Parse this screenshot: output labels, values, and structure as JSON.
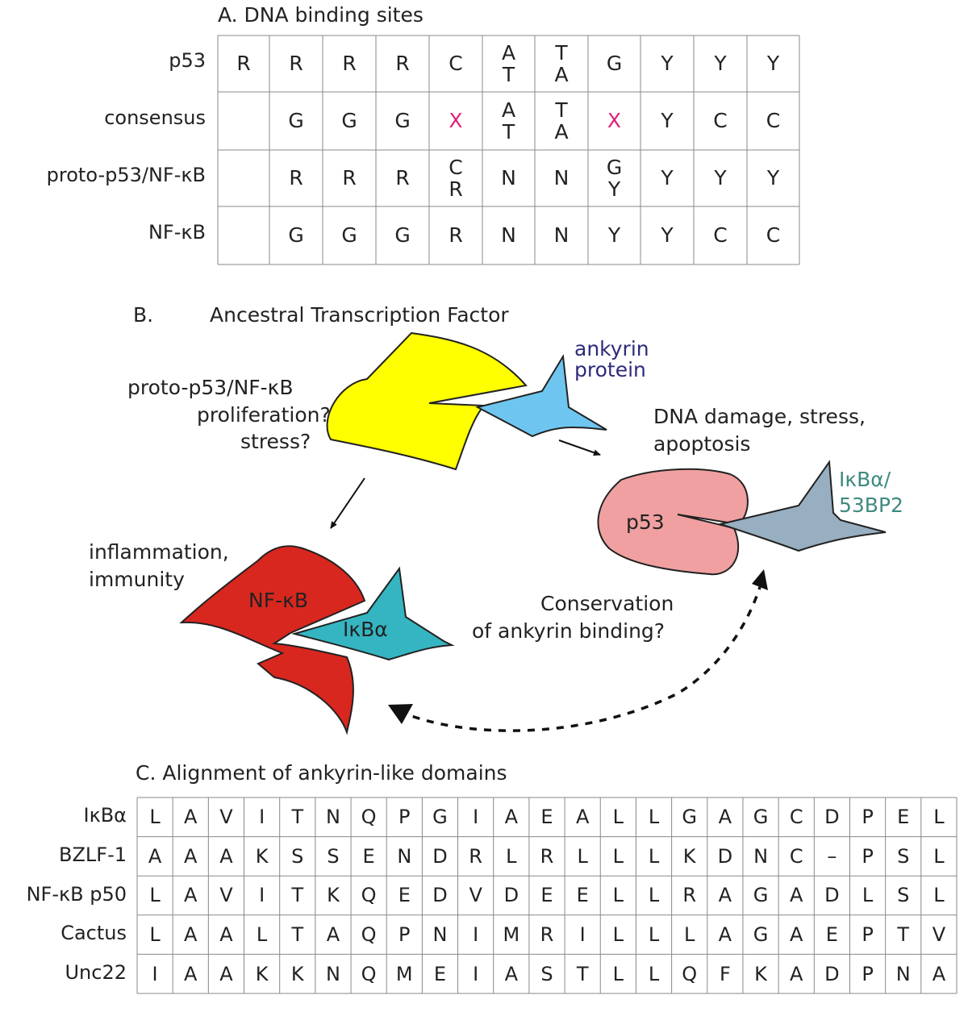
{
  "sectionA": {
    "title": "A.  DNA binding sites",
    "row_labels": [
      "p53",
      "consensus",
      "proto-p53/NF-κB",
      "NF-κB"
    ],
    "rows": [
      [
        "R",
        "R",
        "R",
        "R",
        "C",
        "A\nT",
        "T\nA",
        "G",
        "Y",
        "Y",
        "Y"
      ],
      [
        "",
        "G",
        "G",
        "G",
        "X",
        "A\nT",
        "T\nA",
        "X",
        "Y",
        "C",
        "C"
      ],
      [
        "",
        "R",
        "R",
        "R",
        "C\nR",
        "N",
        "N",
        "G\nY",
        "Y",
        "Y",
        "Y"
      ],
      [
        "",
        "G",
        "G",
        "G",
        "R",
        "N",
        "N",
        "Y",
        "Y",
        "C",
        "C"
      ]
    ],
    "highlight_color": "#e0207a"
  },
  "sectionB": {
    "title_letter": "B.",
    "title": "Ancestral Transcription Factor",
    "ancestral_label": [
      "proto-p53/NF-κB",
      "proliferation?",
      "stress?"
    ],
    "ankyrin_label": [
      "ankyrin",
      "protein"
    ],
    "p53_context": [
      "DNA damage, stress,",
      "apoptosis"
    ],
    "p53_label": "p53",
    "p53_partner": [
      "IκBα/",
      "53BP2"
    ],
    "nfkb_context": [
      "inflammation,",
      "immunity"
    ],
    "nfkb_label": "NF-κB",
    "nfkb_partner": "IκBα",
    "conservation": [
      "Conservation",
      "of ankyrin binding?"
    ],
    "colors": {
      "ancestral": "#ffff00",
      "ankyrin": "#6ec6f0",
      "p53": "#f0a0a0",
      "p53_partner": "#97afc0",
      "nfkb": "#d8271f",
      "nfkb_partner": "#35b5c2",
      "ankyrin_text": "#2d2a7a",
      "p53_partner_text": "#3f8a7e"
    }
  },
  "sectionC": {
    "title": "C. Alignment of ankyrin-like domains",
    "row_labels": [
      "IκBα",
      "BZLF-1",
      "NF-κB p50",
      "Cactus",
      "Unc22"
    ],
    "rows": [
      [
        "L",
        "A",
        "V",
        "I",
        "T",
        "N",
        "Q",
        "P",
        "G",
        "I",
        "A",
        "E",
        "A",
        "L",
        "L",
        "G",
        "A",
        "G",
        "C",
        "D",
        "P",
        "E",
        "L"
      ],
      [
        "A",
        "A",
        "A",
        "K",
        "S",
        "S",
        "E",
        "N",
        "D",
        "R",
        "L",
        "R",
        "L",
        "L",
        "L",
        "K",
        "D",
        "N",
        "C",
        "–",
        "P",
        "S",
        "L"
      ],
      [
        "L",
        "A",
        "V",
        "I",
        "T",
        "K",
        "Q",
        "E",
        "D",
        "V",
        "D",
        "E",
        "E",
        "L",
        "L",
        "R",
        "A",
        "G",
        "A",
        "D",
        "L",
        "S",
        "L"
      ],
      [
        "L",
        "A",
        "A",
        "L",
        "T",
        "A",
        "Q",
        "P",
        "N",
        "I",
        "M",
        "R",
        "I",
        "L",
        "L",
        "L",
        "A",
        "G",
        "A",
        "E",
        "P",
        "T",
        "V"
      ],
      [
        "I",
        "A",
        "A",
        "K",
        "K",
        "N",
        "Q",
        "M",
        "E",
        "I",
        "A",
        "S",
        "T",
        "L",
        "L",
        "Q",
        "F",
        "K",
        "A",
        "D",
        "P",
        "N",
        "A"
      ]
    ]
  }
}
